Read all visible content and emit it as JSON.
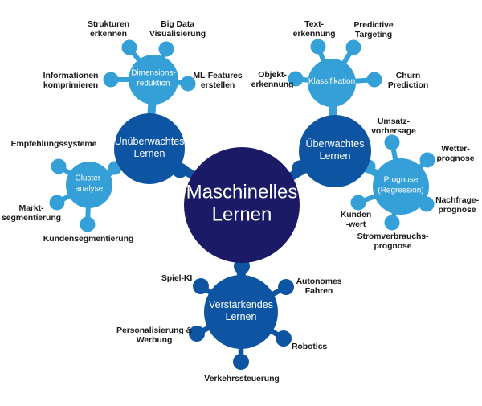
{
  "diagram": {
    "center": {
      "label": "Maschinelles\nLernen"
    },
    "branches": [
      {
        "label": "Unüberwachtes\nLernen",
        "subs": [
          {
            "label": "Dimensions-\nreduktion",
            "leaves": [
              "Strukturen\nerkennen",
              "Big Data\nVisualisierung",
              "Informationen\nkomprimieren",
              "ML-Features\nerstellen"
            ]
          },
          {
            "label": "Cluster-\nanalyse",
            "leaves": [
              "Empfehlungssysteme",
              "Markt-\nsegmentierung",
              "Kundensegmentierung"
            ]
          }
        ]
      },
      {
        "label": "Überwachtes\nLernen",
        "subs": [
          {
            "label": "Klassifikation",
            "leaves": [
              "Text-\nerkennung",
              "Predictive\nTargeting",
              "Objekt-\nerkennung",
              "Churn\nPrediction"
            ]
          },
          {
            "label": "Prognose\n(Regression)",
            "leaves": [
              "Umsatz-\nvorhersage",
              "Wetter-\nprognose",
              "Nachfrage-\nprognose",
              "Stromverbrauchs-\nprognose",
              "Kunden\n-wert"
            ]
          }
        ]
      },
      {
        "label": "Verstärkendes\nLernen",
        "leaves": [
          "Spiel-KI",
          "Autonomes\nFahren",
          "Personalisierung &\nWerbung",
          "Robotics",
          "Verkehrssteuerung"
        ]
      }
    ],
    "colors": {
      "center": "#1b1a67",
      "branch": "#0d55a3",
      "sub": "#35a0d8",
      "text": "#1a1a1a"
    }
  }
}
